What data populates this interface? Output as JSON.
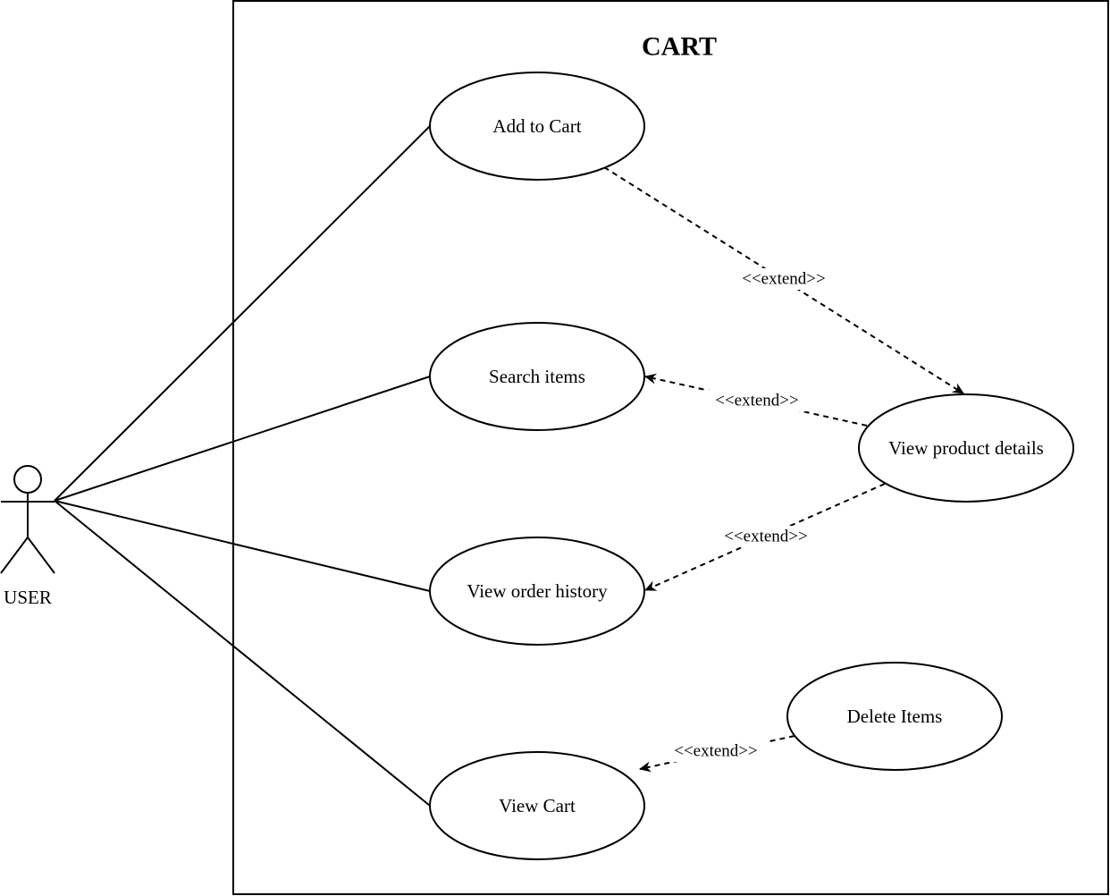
{
  "system": {
    "title": "CART"
  },
  "actor": {
    "name": "USER"
  },
  "use_cases": [
    {
      "id": "add-to-cart",
      "label": "Add to Cart"
    },
    {
      "id": "search-items",
      "label": "Search items"
    },
    {
      "id": "view-order-history",
      "label": "View order history"
    },
    {
      "id": "view-cart",
      "label": "View Cart"
    },
    {
      "id": "view-product-details",
      "label": "View product details"
    },
    {
      "id": "delete-items",
      "label": "Delete Items"
    }
  ],
  "associations": [
    {
      "actor": "USER",
      "use_case": "add-to-cart"
    },
    {
      "actor": "USER",
      "use_case": "search-items"
    },
    {
      "actor": "USER",
      "use_case": "view-order-history"
    },
    {
      "actor": "USER",
      "use_case": "view-cart"
    }
  ],
  "relationships": [
    {
      "from": "add-to-cart",
      "to": "view-product-details",
      "label": "<<extend>>"
    },
    {
      "from": "view-product-details",
      "to": "search-items",
      "label": "<<extend>>"
    },
    {
      "from": "view-product-details",
      "to": "view-order-history",
      "label": "<<extend>>"
    },
    {
      "from": "delete-items",
      "to": "view-cart",
      "label": "<<extend>>"
    }
  ]
}
